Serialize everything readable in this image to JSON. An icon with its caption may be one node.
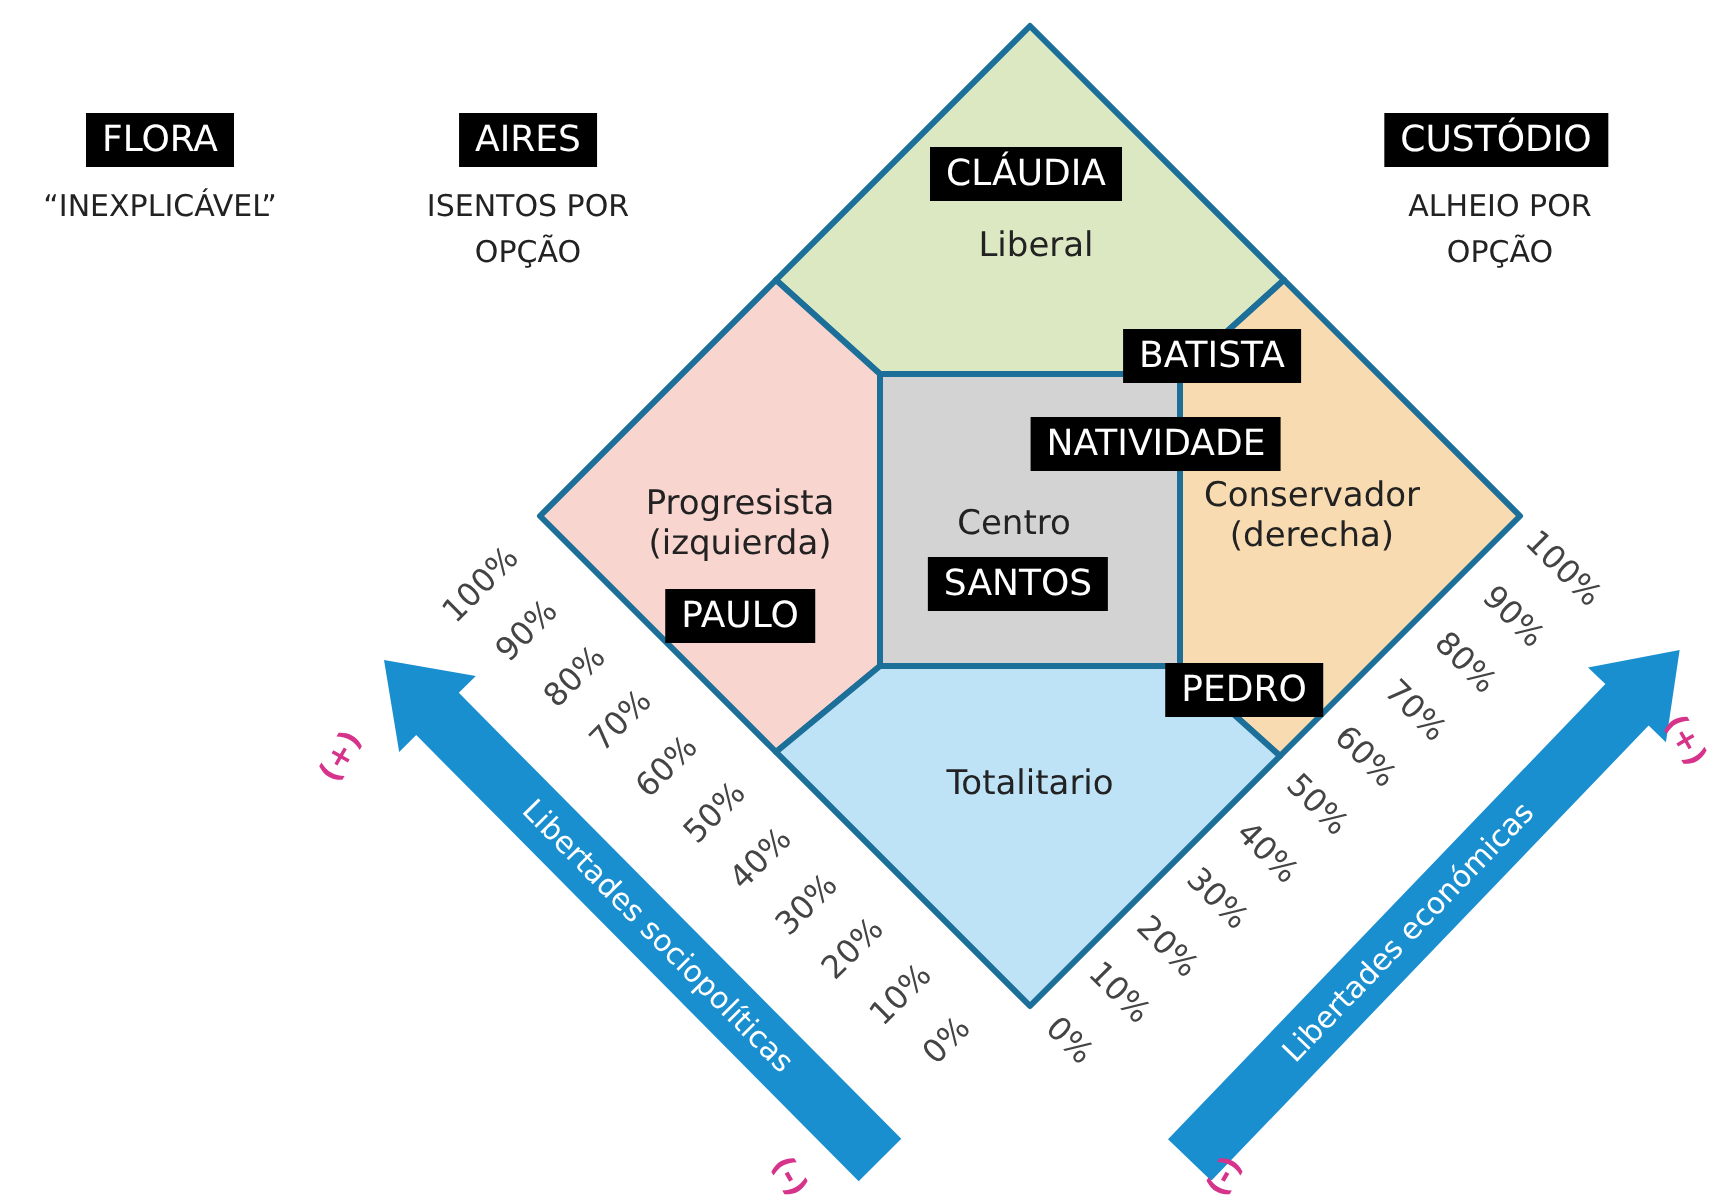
{
  "diagram": {
    "nodes": [
      {
        "text": [
          "FLORA"
        ],
        "beside": [
          "“INEXPLICÁVEL”"
        ]
      },
      {
        "text": [
          "AIRES"
        ],
        "beside": [
          "ISENTOS POR OPÇÃO"
        ]
      },
      {
        "text": [
          "CUSTÓDIO"
        ],
        "beside": [
          "ALHEIO POR OPÇÃO"
        ]
      },
      {
        "text": [
          "Liberal"
        ]
      },
      {
        "text": [
          "CLÁUDIA"
        ],
        "in": 3
      },
      {
        "text": [
          "Progresista (izquierda)"
        ]
      },
      {
        "text": [
          "PAULO"
        ],
        "in": 5
      },
      {
        "text": [
          "Centro"
        ]
      },
      {
        "text": [
          "SANTOS"
        ],
        "in": 7
      },
      {
        "text": [
          "Conservador (derecha)"
        ]
      },
      {
        "text": [
          "BATISTA"
        ]
      },
      {
        "text": [
          "NATIVIDADE"
        ]
      },
      {
        "text": [
          "PEDRO"
        ]
      },
      {
        "text": [
          "Totalitario"
        ]
      },
      {
        "text": [
          "Libertades sociopolíticas"
        ]
      },
      {
        "text": [
          "Libertades económicas"
        ]
      }
    ],
    "labels": [
      "100%",
      "90%",
      "80%",
      "70%",
      "60%",
      "50%",
      "40%",
      "30%",
      "20%",
      "10%",
      "0%",
      "0%",
      "10%",
      "20%",
      "30%",
      "40%",
      "50%",
      "60%",
      "70%",
      "80%",
      "90%",
      "100%",
      "(+)",
      "(-)",
      "(+)",
      "(-)"
    ]
  }
}
